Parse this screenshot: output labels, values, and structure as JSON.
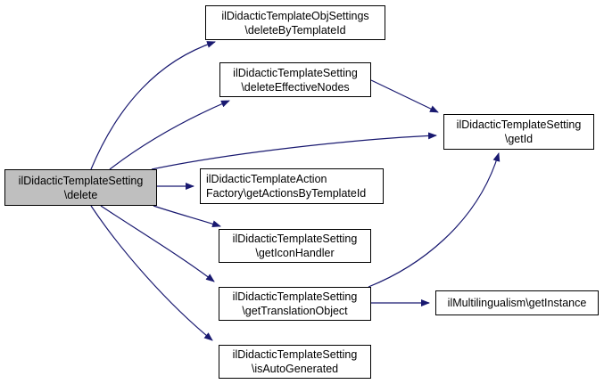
{
  "diagram": {
    "kind": "call-graph",
    "colors": {
      "edge": "#191970",
      "node_border": "#000000",
      "node_fill": "#ffffff",
      "highlight_fill": "#bfbfbf",
      "text": "#000000",
      "background": "#ffffff"
    },
    "nodes": [
      {
        "id": "delete",
        "line1": "ilDidacticTemplateSetting",
        "line2": "\\delete",
        "highlighted": true
      },
      {
        "id": "deleteByTemplateId",
        "line1": "ilDidacticTemplateObjSettings",
        "line2": "\\deleteByTemplateId",
        "highlighted": false
      },
      {
        "id": "deleteEffectiveNodes",
        "line1": "ilDidacticTemplateSetting",
        "line2": "\\deleteEffectiveNodes",
        "highlighted": false
      },
      {
        "id": "getId",
        "line1": "ilDidacticTemplateSetting",
        "line2": "\\getId",
        "highlighted": false
      },
      {
        "id": "getActionsByTemplateId",
        "line1": "ilDidacticTemplateAction",
        "line2": "Factory\\getActionsByTemplateId",
        "highlighted": false
      },
      {
        "id": "getIconHandler",
        "line1": "ilDidacticTemplateSetting",
        "line2": "\\getIconHandler",
        "highlighted": false
      },
      {
        "id": "getTranslationObject",
        "line1": "ilDidacticTemplateSetting",
        "line2": "\\getTranslationObject",
        "highlighted": false
      },
      {
        "id": "getInstance",
        "line1": "ilMultilingualism\\getInstance",
        "line2": "",
        "highlighted": false
      },
      {
        "id": "isAutoGenerated",
        "line1": "ilDidacticTemplateSetting",
        "line2": "\\isAutoGenerated",
        "highlighted": false
      }
    ],
    "edges": [
      {
        "from": "delete",
        "to": "deleteByTemplateId"
      },
      {
        "from": "delete",
        "to": "deleteEffectiveNodes"
      },
      {
        "from": "delete",
        "to": "getId"
      },
      {
        "from": "delete",
        "to": "getActionsByTemplateId"
      },
      {
        "from": "delete",
        "to": "getIconHandler"
      },
      {
        "from": "delete",
        "to": "getTranslationObject"
      },
      {
        "from": "delete",
        "to": "isAutoGenerated"
      },
      {
        "from": "deleteEffectiveNodes",
        "to": "getId"
      },
      {
        "from": "getTranslationObject",
        "to": "getId"
      },
      {
        "from": "getTranslationObject",
        "to": "getInstance"
      }
    ]
  }
}
